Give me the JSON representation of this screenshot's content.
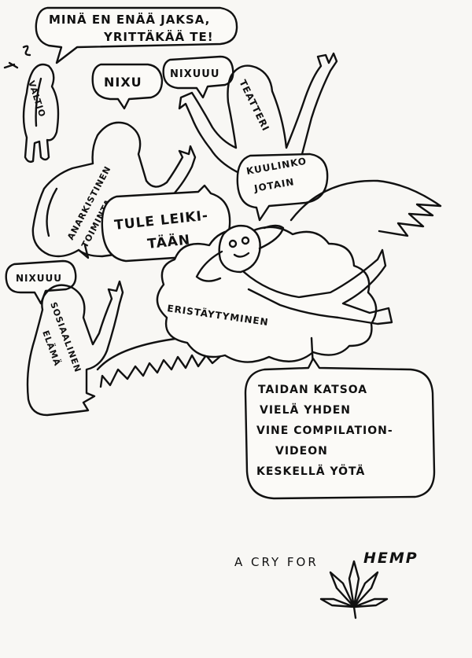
{
  "bubbles": {
    "top_line1": "MINÄ EN ENÄÄ JAKSA,",
    "top_line2": "YRITTÄKÄÄ TE!",
    "nixu1": "NIXU",
    "nixu2": "NIXUUU",
    "nixu3": "NIXUUU",
    "tule_line1": "TULE LEIKI-",
    "tule_line2": "TÄÄN",
    "kuulinko_line1": "KUULINKO",
    "kuulinko_line2": "JOTAIN",
    "taidan": [
      "TAIDAN KATSOA",
      "VIELÄ YHDEN",
      "VINE COMPILATION-",
      "VIDEON",
      "KESKELLÄ YÖTÄ"
    ]
  },
  "labels": {
    "valtio": "VALTIO",
    "teatteri": "TEATTERI",
    "anarkistinen_line1": "ANARKISTINEN",
    "anarkistinen_line2": "TOIMINTA",
    "sosiaalinen_line1": "SOSIAALINEN",
    "sosiaalinen_line2": "ELÄMÄ",
    "eristaytyminen": "ERISTÄYTYMINEN"
  },
  "caption": {
    "prefix": "A CRY FOR",
    "emphasis": "HEMP"
  },
  "icons": {
    "leaf": "cannabis-leaf-icon",
    "stress": "stress-marks-icon"
  },
  "colors": {
    "ink": "#111111",
    "paper": "#f8f7f4"
  }
}
